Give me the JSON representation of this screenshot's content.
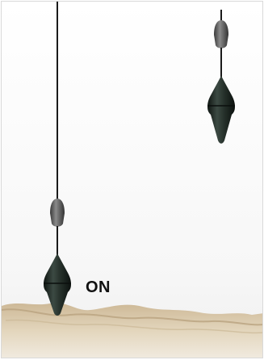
{
  "diagram": {
    "state_label": "ON",
    "colors": {
      "cable": "#1a1a1a",
      "weight": "#5e5e5e",
      "float_body": "#1f2a25",
      "sediment": "#d8c6a6"
    },
    "elements": [
      {
        "name": "float-switch-icon",
        "state": "activated"
      },
      {
        "name": "float-switch-icon",
        "state": "hanging"
      }
    ]
  }
}
